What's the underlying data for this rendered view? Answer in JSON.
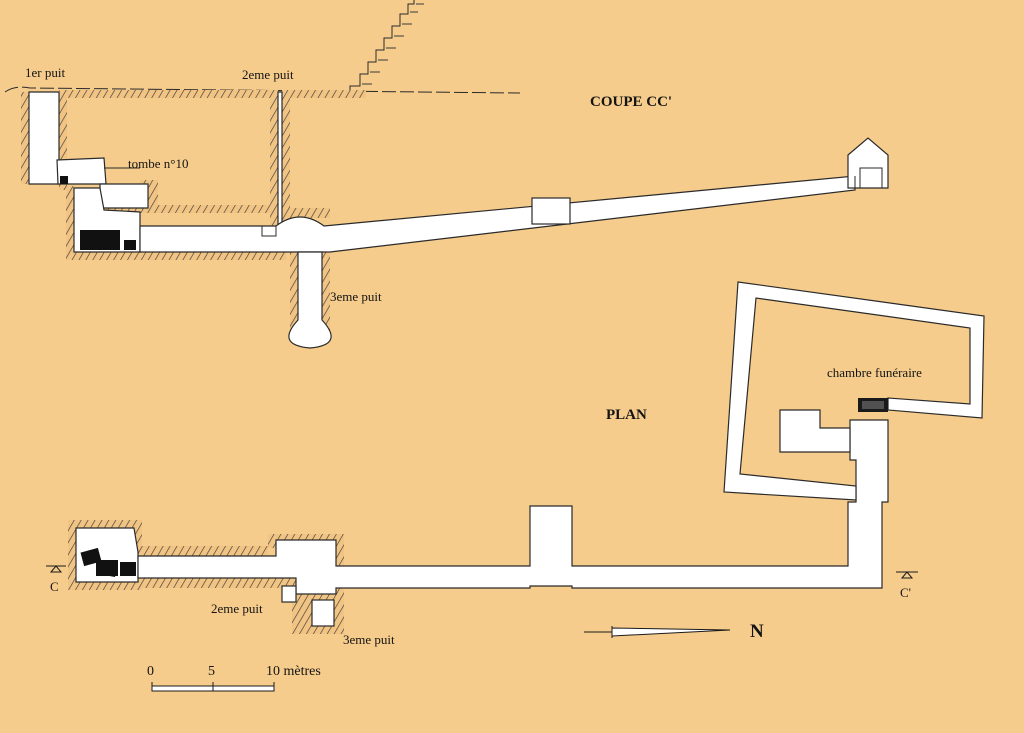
{
  "section": {
    "title": "COUPE CC'",
    "shaft_1": "1er puit",
    "shaft_2": "2eme puit",
    "shaft_3": "3eme puit",
    "tomb": "tombe n°10"
  },
  "plan": {
    "title": "PLAN",
    "burial_chamber": "chambre funéraire",
    "shaft_2": "2eme puit",
    "shaft_3": "3eme puit",
    "section_mark_start": "C",
    "section_mark_end": "C'",
    "north_label": "N"
  },
  "scale_bar": {
    "ticks": [
      "0",
      "5",
      "10 mètres"
    ]
  },
  "colors": {
    "background": "#f6cc8c",
    "room_fill": "#ffffff",
    "line": "#2a2a2a",
    "rock_hatch": "#3a3a3a",
    "objects": "#111111"
  }
}
